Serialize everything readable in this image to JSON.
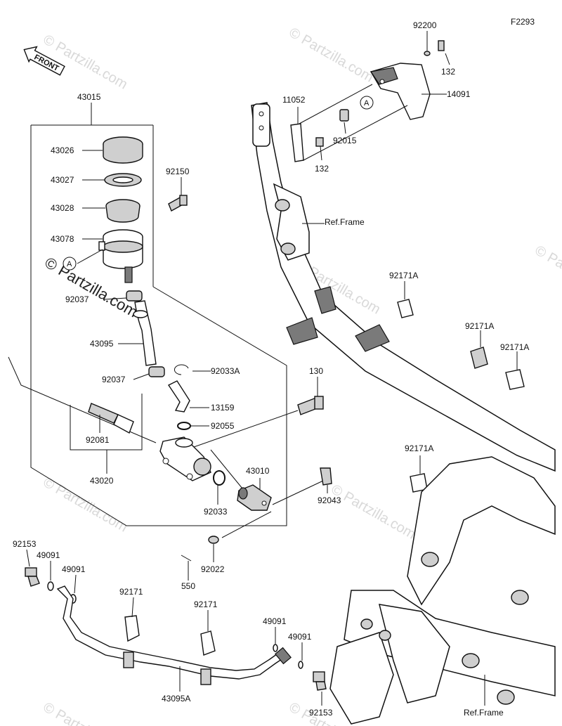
{
  "diagram_code": "F2293",
  "front_label": "FRONT",
  "watermark": "© Partzilla.com",
  "watermark_main": "© Partzilla.com",
  "callouts": {
    "c43015": "43015",
    "c43026": "43026",
    "c43027": "43027",
    "c43028": "43028",
    "c43078": "43078",
    "c92037a": "92037",
    "c43095": "43095",
    "c92037b": "92037",
    "c92033a": "92033A",
    "c13159": "13159",
    "c92055": "92055",
    "c92081": "92081",
    "c43020": "43020",
    "c92033": "92033",
    "c92150": "92150",
    "c130": "130",
    "c43010": "43010",
    "c92043": "92043",
    "c92022": "92022",
    "c550": "550",
    "c92153a": "92153",
    "c49091a": "49091",
    "c49091b": "49091",
    "c92171a": "92171",
    "c92171b": "92171",
    "c43095a": "43095A",
    "c49091c": "49091",
    "c49091d": "49091",
    "c92153b": "92153",
    "c92200": "92200",
    "c132a": "132",
    "c14091": "14091",
    "c11052": "11052",
    "c92015": "92015",
    "c132b": "132",
    "c92171A_1": "92171A",
    "c92171A_2": "92171A",
    "c92171A_3": "92171A",
    "c92171A_4": "92171A"
  },
  "ref_frame_top": "Ref.Frame",
  "ref_frame_bottom": "Ref.Frame",
  "marker_a": "A",
  "marker_a2": "A"
}
